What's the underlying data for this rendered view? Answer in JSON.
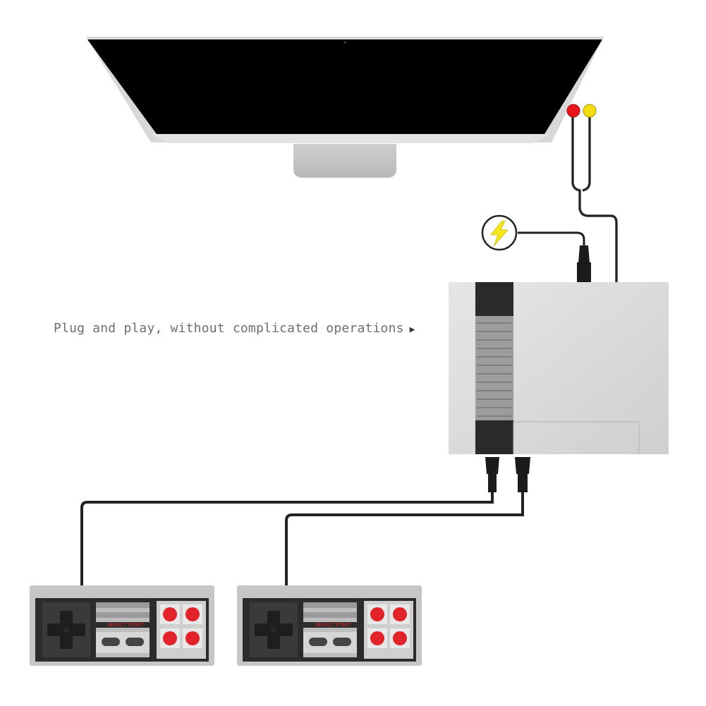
{
  "caption": {
    "text": "Plug and play, without complicated operations",
    "arrow": "▶"
  },
  "controller": {
    "select_start": "SELECT START"
  },
  "colors": {
    "monitor_screen": "#000000",
    "monitor_bezel": "#d9d9d9",
    "console_body": "#d8d8d8",
    "console_black": "#2a2a2a",
    "cable": "#222222",
    "rca_red": "#e8151b",
    "rca_yellow": "#f2dc10",
    "power_bolt": "#f4e81a",
    "button_red": "#e2232a"
  },
  "icons": [
    "lightning-icon",
    "rca-plug-red",
    "rca-plug-yellow",
    "dpad-icon"
  ]
}
